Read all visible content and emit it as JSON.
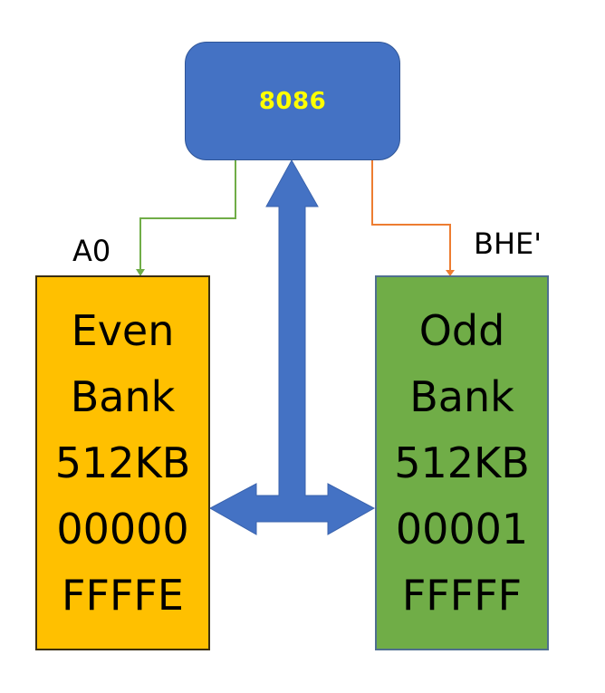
{
  "cpu": {
    "label": "8086"
  },
  "signals": {
    "a0": "A0",
    "bhe": "BHE'"
  },
  "even_bank": {
    "lines": [
      "Even",
      "Bank",
      "512KB",
      "00000",
      "FFFFE"
    ]
  },
  "odd_bank": {
    "lines": [
      "Odd",
      "Bank",
      "512KB",
      "00001",
      "FFFFF"
    ]
  },
  "colors": {
    "cpu_fill": "#4472c4",
    "cpu_text": "#ffff00",
    "even_fill": "#ffc000",
    "odd_fill": "#70ad47",
    "a0_line": "#70ad47",
    "bhe_line": "#ed7d31",
    "bus": "#4472c4"
  }
}
